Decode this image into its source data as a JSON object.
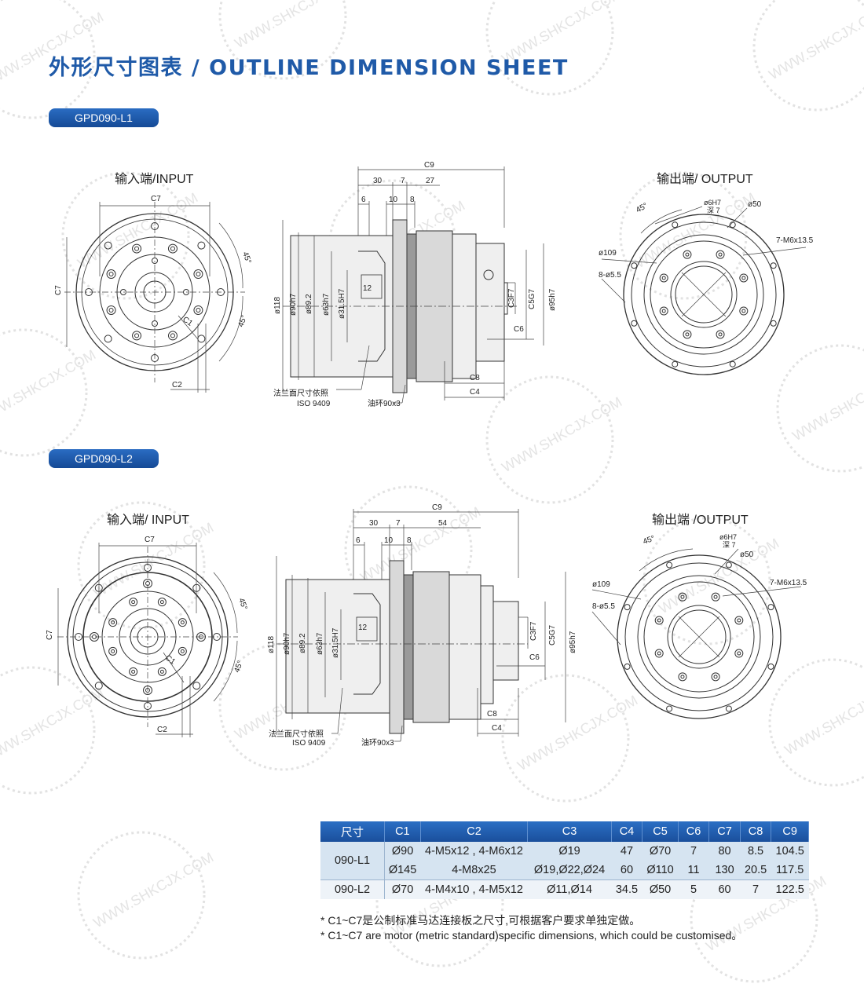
{
  "title": "外形尺寸图表 / OUTLINE DIMENSION SHEET",
  "models": [
    {
      "tab": "GPD090-L1",
      "input_label": "输入端/INPUT",
      "output_label": "输出端/ OUTPUT",
      "dims": {
        "c9": "C9",
        "d30": "30",
        "d7": "7",
        "d27": "27",
        "d6": "6",
        "d10": "10",
        "d8": "8",
        "d118": "ø118",
        "d90": "ø90h7",
        "d892": "ø89.2",
        "d63": "ø63h7",
        "d315": "ø31.5H7",
        "d12": "12",
        "c3": "C3F7",
        "c5": "C5G7",
        "d95": "ø95h7",
        "c6": "C6",
        "c8": "C8",
        "c4": "C4",
        "c7": "C7",
        "c2": "C2",
        "c1": "C1",
        "a45": "45°",
        "d6h7": "ø6H7",
        "deep": "深 7",
        "d50": "ø50",
        "m6": "7-M6x13.5",
        "d109": "ø109",
        "d55": "8-ø5.5",
        "flange_note1": "法兰面尺寸依照",
        "flange_note2": "ISO 9409",
        "oring": "油环90x3"
      }
    },
    {
      "tab": "GPD090-L2",
      "input_label": "输入端/ INPUT",
      "output_label": "输出端 /OUTPUT",
      "dims": {
        "c9": "C9",
        "d30": "30",
        "d7": "7",
        "d27": "54",
        "d6": "6",
        "d10": "10",
        "d8": "8",
        "d118": "ø118",
        "d90": "ø90h7",
        "d892": "ø89.2",
        "d63": "ø63h7",
        "d315": "ø31.5H7",
        "d12": "12",
        "c3": "C3F7",
        "c5": "C5G7",
        "d95": "ø95h7",
        "c6": "C6",
        "c8": "C8",
        "c4": "C4",
        "c7": "C7",
        "c2": "C2",
        "c1": "C1",
        "a45": "45°",
        "d6h7": "ø6H7",
        "deep": "深 7",
        "d50": "ø50",
        "m6": "7-M6x13.5",
        "d109": "ø109",
        "d55": "8-ø5.5",
        "flange_note1": "法兰面尺寸依照",
        "flange_note2": "ISO 9409",
        "oring": "油环90x3"
      }
    }
  ],
  "table": {
    "headers": [
      "尺寸",
      "C1",
      "C2",
      "C3",
      "C4",
      "C5",
      "C6",
      "C7",
      "C8",
      "C9"
    ],
    "rows": [
      {
        "model": "090-L1",
        "cells": [
          "Ø90",
          "4-M5x12 , 4-M6x12",
          "Ø19",
          "47",
          "Ø70",
          "7",
          "80",
          "8.5",
          "104.5"
        ]
      },
      {
        "model": "",
        "cells": [
          "Ø145",
          "4-M8x25",
          "Ø19,Ø22,Ø24",
          "60",
          "Ø110",
          "11",
          "130",
          "20.5",
          "117.5"
        ]
      },
      {
        "model": "090-L2",
        "cells": [
          "Ø70",
          "4-M4x10 , 4-M5x12",
          "Ø11,Ø14",
          "34.5",
          "Ø50",
          "5",
          "60",
          "7",
          "122.5"
        ]
      }
    ]
  },
  "notes": [
    "* C1~C7是公制标准马达连接板之尺寸,可根据客户要求单独定做。",
    "* C1~C7 are motor (metric standard)specific dimensions, which could be customised。"
  ],
  "watermark": "WWW.SHKCJX.COM",
  "colors": {
    "brand_blue": "#1f5aa8",
    "header_blue": "#1f5aa8",
    "row_shade": "#d6e4f1"
  }
}
